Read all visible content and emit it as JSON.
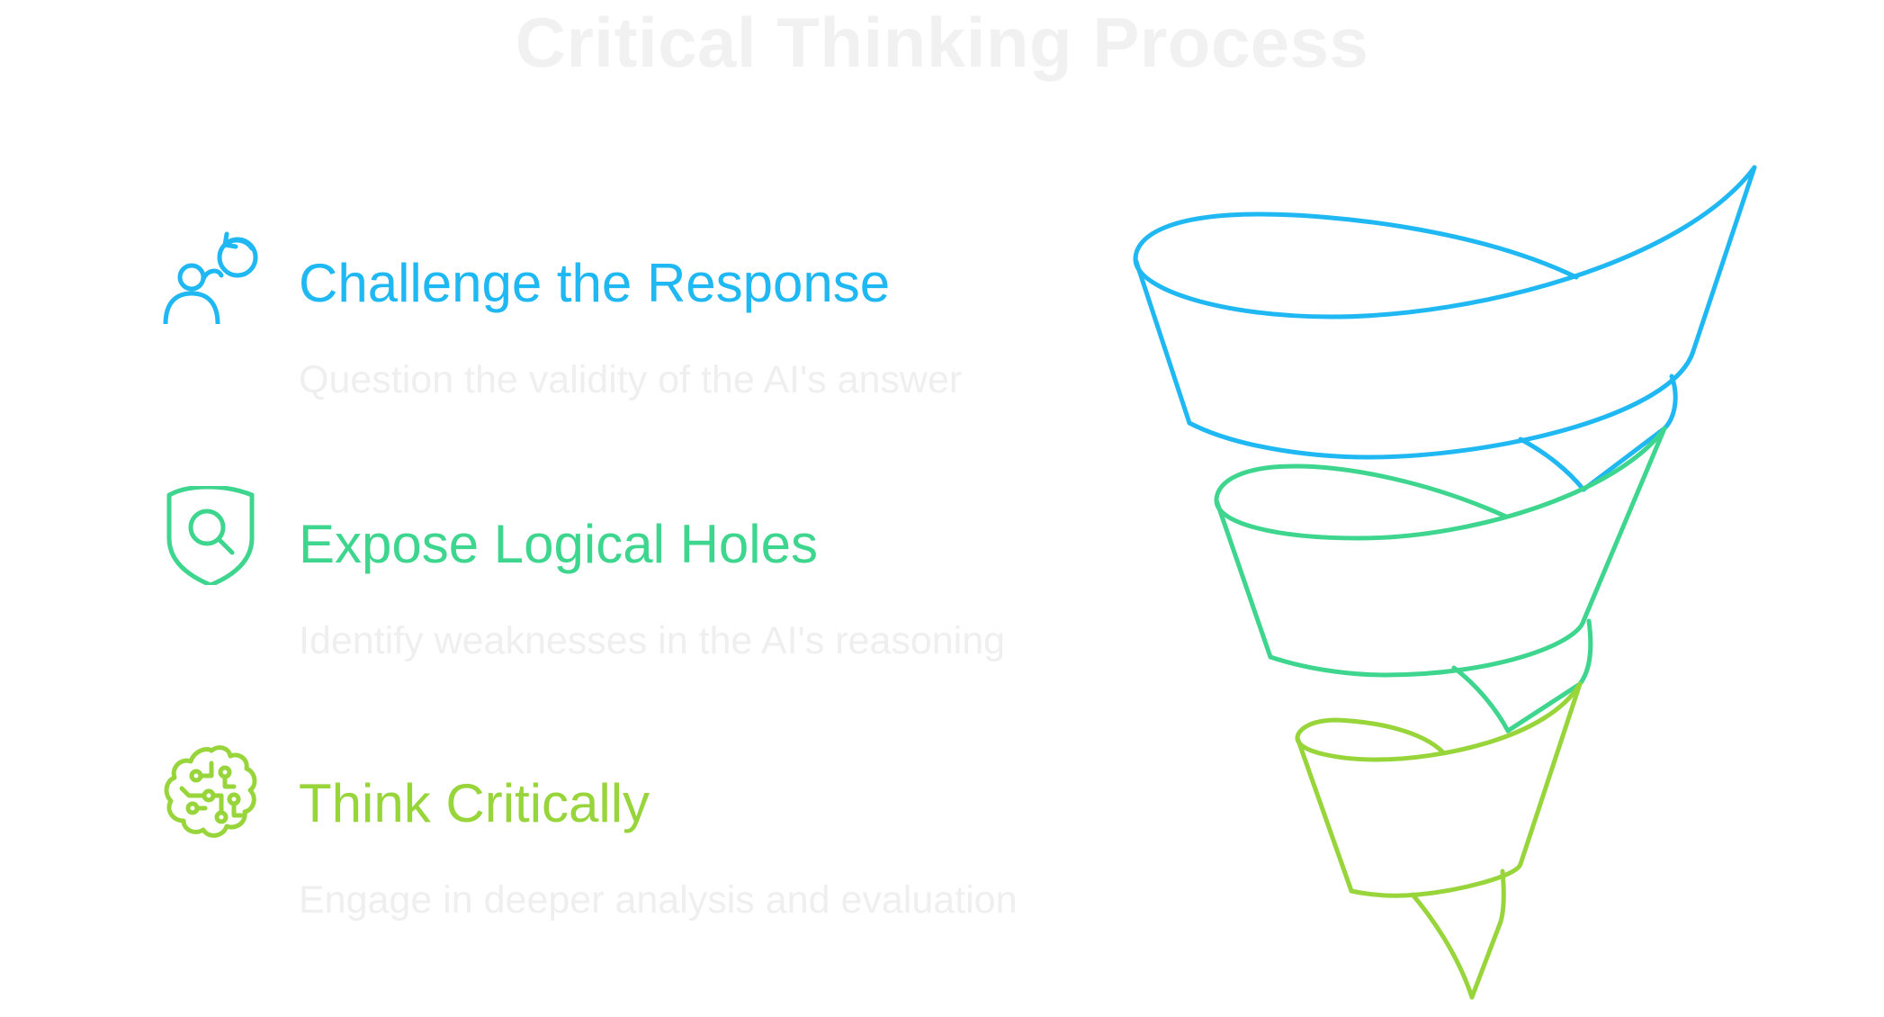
{
  "title": "Critical Thinking Process",
  "colors": {
    "blue": "#1fb8f2",
    "green": "#3ed68e",
    "lime": "#97d53a",
    "muted_text": "#efefef"
  },
  "steps": [
    {
      "icon": "user-refresh-icon",
      "heading": "Challenge the Response",
      "description": "Question the validity of the AI's answer"
    },
    {
      "icon": "shield-search-icon",
      "heading": "Expose Logical Holes",
      "description": "Identify weaknesses in the AI's reasoning"
    },
    {
      "icon": "brain-circuit-icon",
      "heading": "Think Critically",
      "description": "Engage in deeper analysis and evaluation"
    }
  ]
}
